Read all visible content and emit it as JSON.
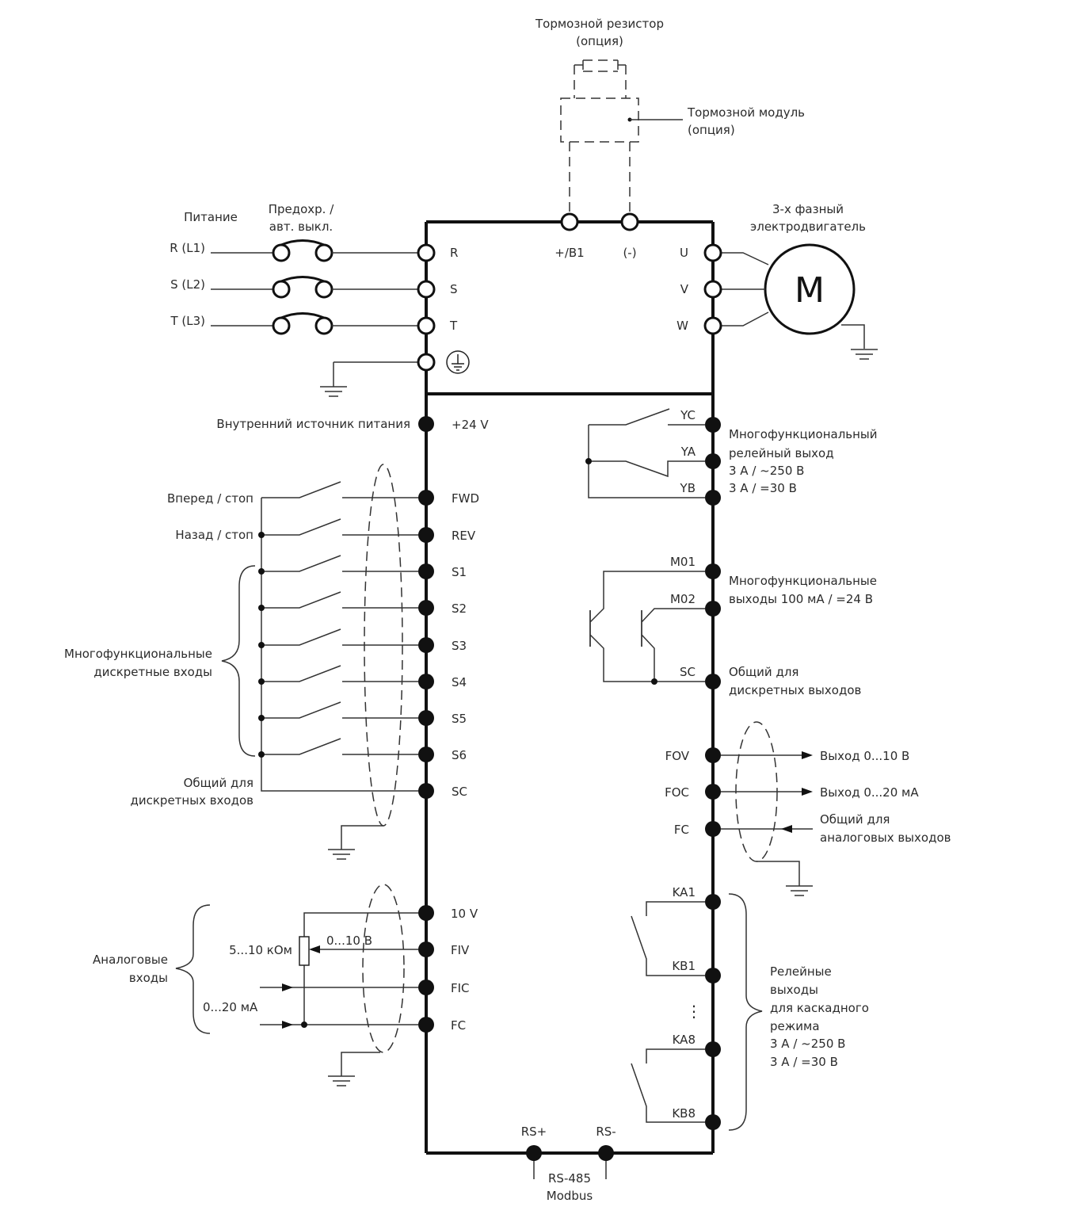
{
  "braking": {
    "resistor_label": [
      "Тормозной резистор",
      "(опция)"
    ],
    "module_label": [
      "Тормозной модуль",
      "(опция)"
    ]
  },
  "power": {
    "title": "Питание",
    "fuse_label": [
      "Предохр. /",
      "авт. выкл."
    ],
    "lines": [
      "R (L1)",
      "S (L2)",
      "T (L3)"
    ],
    "terminals": [
      "R",
      "S",
      "T"
    ]
  },
  "dc_terminals": [
    "+/B1",
    "(-)"
  ],
  "motor": {
    "label": [
      "3-х фазный",
      "электродвигатель"
    ],
    "symbol": "M",
    "terminals": [
      "U",
      "V",
      "W"
    ]
  },
  "internal_supply": {
    "label": "Внутренний источник питания",
    "terminal": "+24 V"
  },
  "digital_inputs": {
    "forward_label": "Вперед / стоп",
    "reverse_label": "Назад / стоп",
    "group_label": [
      "Многофункциональные",
      "дискретные входы"
    ],
    "common_label": [
      "Общий для",
      "дискретных входов"
    ],
    "terminals": [
      "FWD",
      "REV",
      "S1",
      "S2",
      "S3",
      "S4",
      "S5",
      "S6",
      "SC"
    ]
  },
  "relay_output": {
    "terminals": [
      "YC",
      "YA",
      "YB"
    ],
    "label": [
      "Многофункциональный",
      "релейный выход",
      "3 А / ~250 В",
      "3 А / =30 В"
    ]
  },
  "transistor_outputs": {
    "terminals": [
      "M01",
      "M02",
      "SC"
    ],
    "label": [
      "Многофункциональные",
      "выходы 100 мА / =24 В"
    ],
    "common_label": [
      "Общий для",
      "дискретных выходов"
    ]
  },
  "analog_outputs": {
    "terminals": [
      "FOV",
      "FOC",
      "FC"
    ],
    "labels": [
      "Выход 0...10 В",
      "Выход 0...20 мА"
    ],
    "common_label": [
      "Общий для",
      "аналоговых выходов"
    ]
  },
  "analog_inputs": {
    "terminals": [
      "10 V",
      "FIV",
      "FIC",
      "FC"
    ],
    "group_label": [
      "Аналоговые",
      "входы"
    ],
    "pot_label": "5...10 кОм",
    "voltage_label": "0...10 В",
    "current_label": "0...20 мА"
  },
  "cascade_relays": {
    "terminals": [
      "KA1",
      "KB1",
      "KA8",
      "KB8"
    ],
    "ellipsis": "⋮",
    "label": [
      "Релейные",
      "выходы",
      "для каскадного",
      "режима",
      "3 А / ~250 В",
      "3 А / =30 В"
    ]
  },
  "rs485": {
    "terminals": [
      "RS+",
      "RS-"
    ],
    "label": [
      "RS-485",
      "Modbus"
    ]
  }
}
